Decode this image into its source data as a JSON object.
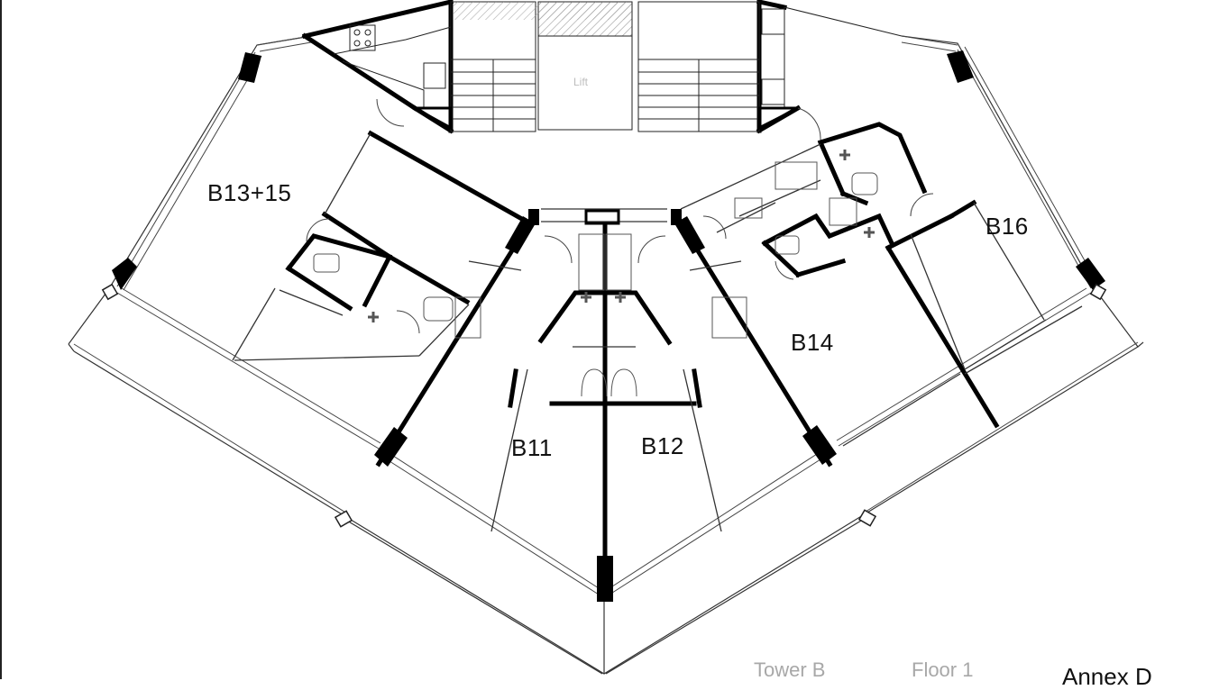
{
  "units": {
    "b13_15": "B13+15",
    "b16": "B16",
    "b14": "B14",
    "b11": "B11",
    "b12": "B12"
  },
  "core": {
    "lift": "Lift"
  },
  "title_block": {
    "tower": "Tower B",
    "floor": "Floor 1",
    "annex": "Annex D"
  },
  "colors": {
    "wall": "#000000",
    "line": "#333333",
    "hatch": "#9a9a9a",
    "faint_label": "#bdbdbd"
  }
}
